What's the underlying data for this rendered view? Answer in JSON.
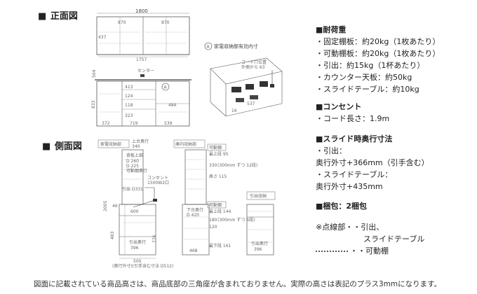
{
  "front_title": "正面図",
  "side_title": "側面図",
  "front": {
    "dims": {
      "width_total": "1800",
      "upper_left": "870",
      "upper_right": "870",
      "mid_width": "1757",
      "center": "センター",
      "left_h": "504",
      "upper_side": "437"
    },
    "drawer_labels": [
      "413",
      "124",
      "118",
      "323",
      "719",
      "539",
      "484",
      "372",
      "833"
    ],
    "circle_marker": "A"
  },
  "detail": {
    "title": "家電収納部有効内寸",
    "marker": "A",
    "cord_note_1": "コード穴位置",
    "cord_note_2": "外側から 63",
    "dim_1": "537",
    "dim_2": "16"
  },
  "side": {
    "kaden_label": "家電収納部",
    "kura_label": "庫内収納部",
    "kadou": "可動棚",
    "labels": [
      "上台奥行",
      "340",
      "背板上部",
      "D 260",
      "D 225",
      "可動棚奥行",
      "2005",
      "コンセント",
      "1500W2口",
      "引出 D331",
      "46",
      "600",
      "483",
      "776",
      "引出奥行",
      "396",
      "500",
      "(奥行外寸)(引手含む寸法 D512)"
    ],
    "right_labels": [
      "最上段 95",
      "330",
      "(300mm ずつ 12段)",
      "高さ 115",
      "最上段 144",
      "下台奥行",
      "D 420",
      "180",
      "120",
      "(300mm ずつ 6段)",
      "最下段 161",
      "468"
    ],
    "drawer_box": "引出収納",
    "drawer_labels": [
      "引出奥行",
      "396"
    ]
  },
  "specs": {
    "load_title": "耐荷重",
    "load_items": [
      "・固定棚板：約20kg（1枚あたり）",
      "・可動棚板：約20kg（1枚あたり）",
      "・引出：約15kg（1杯あたり）",
      "・カウンター天板：約50kg",
      "・スライドテーブル：約10kg"
    ],
    "outlet_title": "コンセント",
    "outlet_items": [
      "・コード長さ：1.9m"
    ],
    "slide_title": "スライド時奥行寸法",
    "slide_items": [
      "・引出：",
      "奥行外寸+366mm（引手含む）",
      "・スライドテーブル：",
      "奥行外寸+435mm"
    ],
    "pack_title": "梱包：2梱包",
    "note_1a": "※点線部・・引出、",
    "note_1b": "スライドテーブル",
    "note_2": "・・可動棚"
  },
  "bottom_note": "図面に記載されている商品高さは、商品底部の三角座が含まれておりません。実際の高さは表記のプラス3mmになります。"
}
